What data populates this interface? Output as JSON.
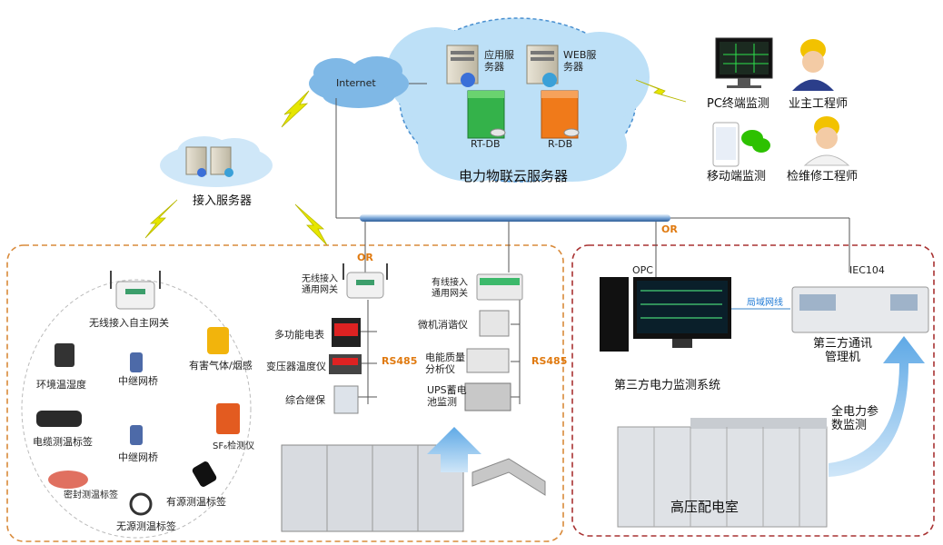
{
  "cloud": {
    "internet": "Internet",
    "app_server": "应用服务器",
    "web_server": "WEB服务器",
    "rt_db": "RT-DB",
    "r_db": "R-DB",
    "title": "电力物联云服务器"
  },
  "access_server": "接入服务器",
  "clients": {
    "pc": "PC终端监测",
    "mobile": "移动端监测",
    "owner": "业主工程师",
    "maintainer": "检维修工程师"
  },
  "wireless_area": {
    "gateway_self": "无线接入自主网关",
    "env_temp": "环境温湿度",
    "relay1": "中继网桥",
    "gas": "有害气体/烟感",
    "cable_tag": "电缆测温标签",
    "relay2": "中继网桥",
    "sf6": "SF₆检测仪",
    "sealed_tag": "密封测温标签",
    "active_tag": "有源测温标签",
    "passive_tag": "无源测温标签"
  },
  "wireless_gateway": {
    "or": "OR",
    "label": "无线接入\n通用网关",
    "meter": "多功能电表",
    "temp_ctrl": "变压器温度仪",
    "relay": "综合继保",
    "rs485": "RS485"
  },
  "wired_gateway": {
    "label": "有线接入\n通用网关",
    "harmonic": "微机消谐仪",
    "quality": "电能质量\n分析仪",
    "ups": "UPS蓄电\n池监测",
    "rs485": "RS485"
  },
  "third_party": {
    "or": "OR",
    "opc": "OPC",
    "iec": "IEC104",
    "lan": "局域网线",
    "system": "第三方电力监测系统",
    "comm": "第三方通讯\n管理机",
    "full": "全电力参\n数监测",
    "room": "高压配电室"
  },
  "colors": {
    "orange_border": "#d98a3a",
    "red_border": "#a83232",
    "cloud": "#bde0f7",
    "bolt": "#e6e600",
    "bus": "#3b6fb0"
  }
}
